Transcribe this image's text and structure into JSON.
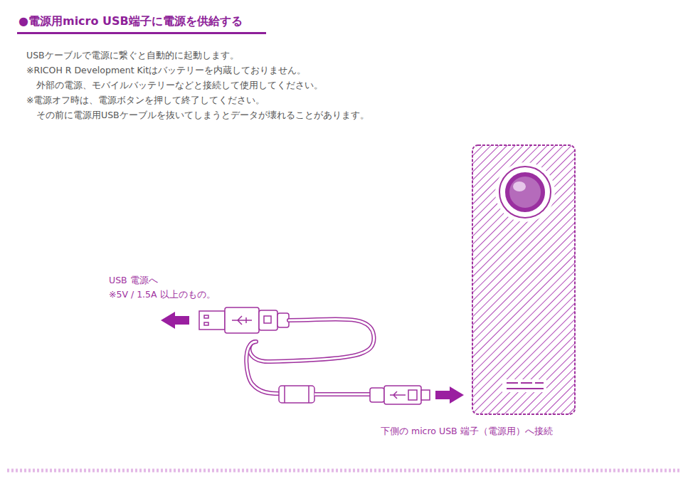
{
  "diagram": {
    "title": "●電源用micro USB端子に電源を供給する",
    "labels": [
      "USBケーブルで電源に繋ぐと自動的に起動します。",
      "※RICOH R Development Kitはバッテリーを内蔵しておりません。",
      "外部の電源、モバイルバッテリーなどと接続して使用してください。",
      "※電源オフ時は、電源ボタンを押して終了してください。",
      "その前に電源用USBケーブルを抜いてしまうとデータが壊れることがあります。",
      "USB 電源へ",
      "※5V / 1.5A 以上のもの。",
      "下側の micro USB 端子（電源用）へ接続"
    ]
  }
}
